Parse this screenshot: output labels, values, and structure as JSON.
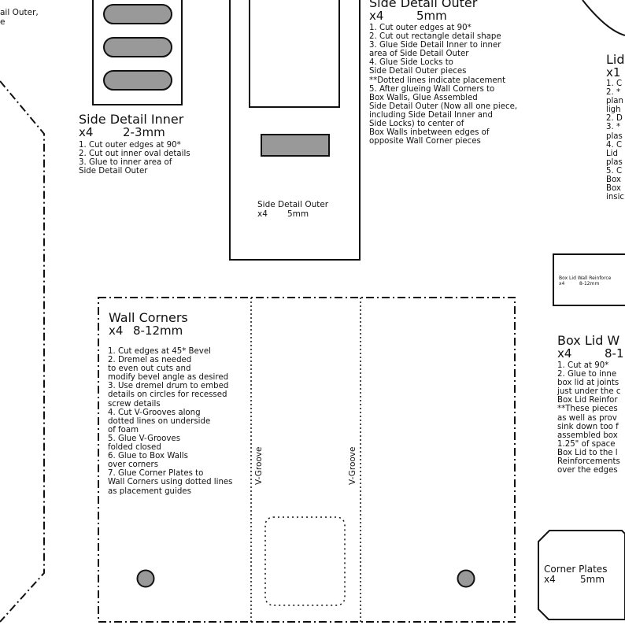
{
  "top_left_fragment": [
    "ail Outer,",
    "e"
  ],
  "side_detail_inner": {
    "title": "Side Detail Inner",
    "qty": "x4",
    "thickness": "2-3mm",
    "steps": [
      "1.  Cut outer edges at 90*",
      "2.  Cut out inner oval details",
      "3.  Glue to inner area of",
      "Side Detail Outer"
    ]
  },
  "side_detail_outer_piece": {
    "label": "Side Detail Outer",
    "qty": "x4",
    "thickness": "5mm"
  },
  "side_detail_outer_instructions": {
    "title": "Side Detail Outer",
    "qty": "x4",
    "thickness": "5mm",
    "steps": [
      "1.  Cut outer edges at 90*",
      "2.  Cut out rectangle detail shape",
      "3.  Glue Side Detail Inner to inner",
      "area of Side Detail Outer",
      "4.  Glue Side Locks to",
      "Side Detail Outer pieces",
      "**Dotted lines indicate placement",
      "5.  After glueing Wall Corners to",
      "Box Walls, Glue Assembled",
      "Side Detail Outer (Now all one piece,",
      "including Side Detail Inner and",
      "Side Locks) to center of",
      "Box Walls inbetween edges of",
      "opposite Wall Corner pieces"
    ]
  },
  "lid_fragment": {
    "title": "Lid",
    "qty": "x1",
    "lines": [
      "1.  C",
      "2.  *",
      "plan",
      "ligh",
      "2.  D",
      "3.  *",
      "plas",
      "4.  C",
      "Lid",
      "plas",
      "5.  C",
      "Box",
      "Box",
      "insic"
    ]
  },
  "box_lid_reinforcement_label": {
    "text": "Box Lid Wall Reinforce",
    "qty": "x4",
    "thickness": "8-12mm"
  },
  "wall_corners": {
    "title": "Wall Corners",
    "qty": "x4",
    "thickness": "8-12mm",
    "steps": [
      "1.  Cut edges at 45* Bevel",
      "2.  Dremel as needed",
      "to even out cuts and",
      "modify bevel angle as desired",
      "3.  Use dremel drum to embed",
      "details on circles for recessed",
      "screw details",
      "4.  Cut V-Grooves along",
      "dotted lines on underside",
      "of foam",
      "5.  Glue V-Grooves",
      "folded closed",
      "6.  Glue to Box Walls",
      "over corners",
      "7.  Glue Corner Plates to",
      "Wall Corners using dotted lines",
      "as placement guides"
    ],
    "groove_label_1": "V-Groove",
    "groove_label_2": "V-Groove"
  },
  "box_lid_w_fragment": {
    "title": "Box Lid W",
    "qty": "x4",
    "thickness": "8-1",
    "lines": [
      "1.  Cut at 90*",
      "2.  Glue to inne",
      "box lid at joints",
      "just under the c",
      "Box Lid Reinfor",
      "**These pieces",
      "as well as prov",
      "sink down too f",
      "assembled box",
      "1.25\" of space",
      "Box Lid to the l",
      "Reinforcements",
      "over the edges"
    ]
  },
  "corner_plates": {
    "label": "Corner Plates",
    "qty": "x4",
    "thickness": "5mm"
  }
}
